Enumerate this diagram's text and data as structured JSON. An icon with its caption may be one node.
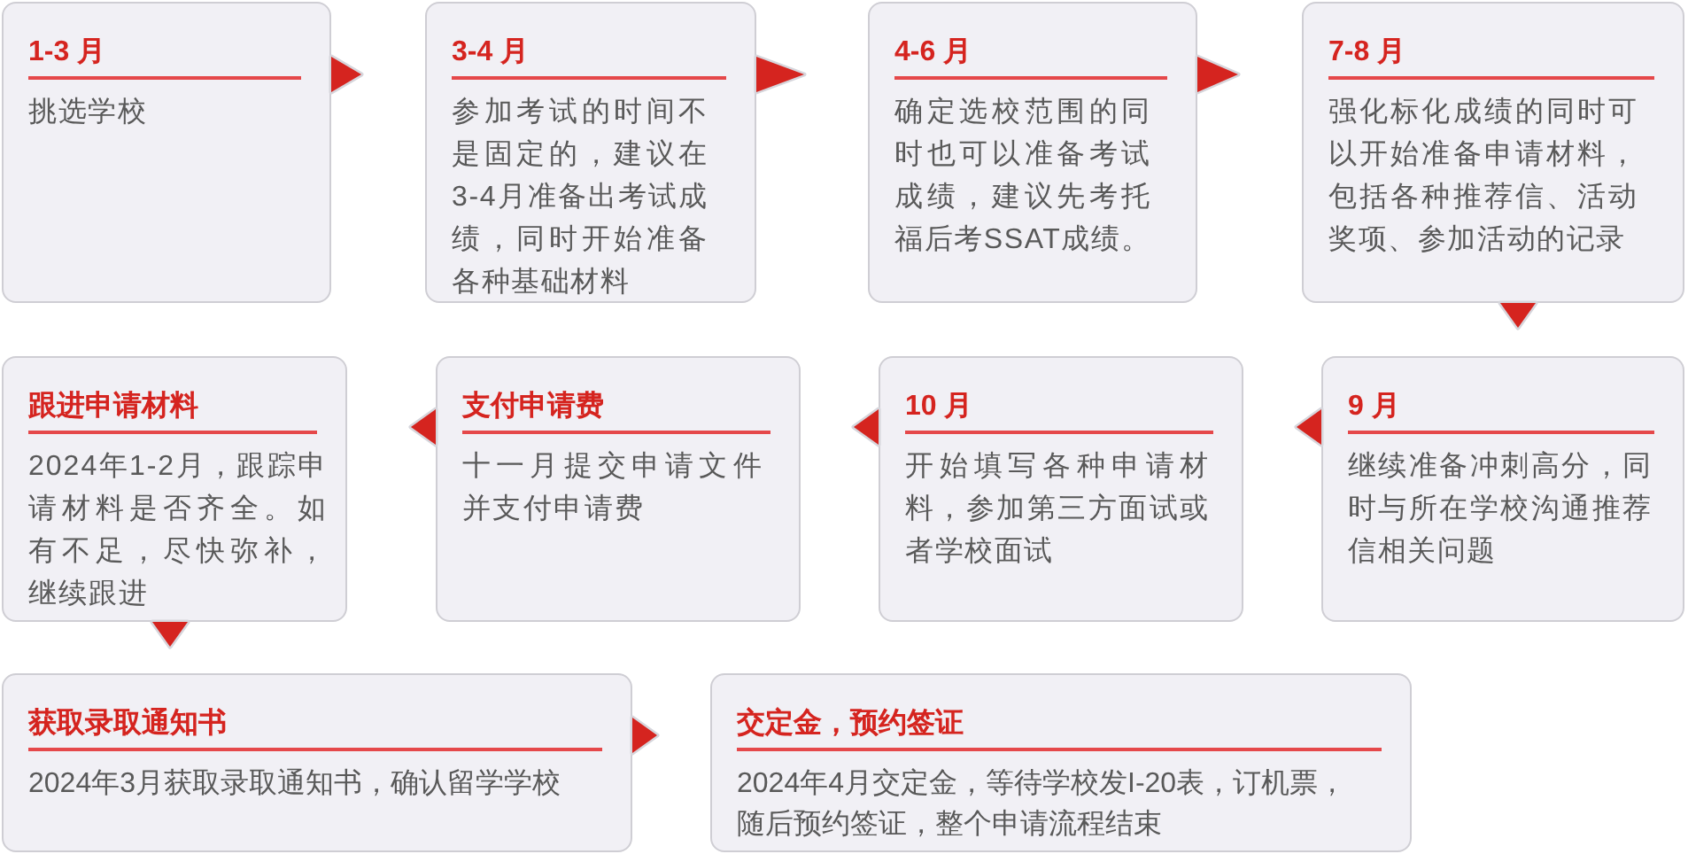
{
  "diagram": {
    "nodes": [
      {
        "text": [
          "1-3 月",
          "挑选学校"
        ]
      },
      {
        "text": [
          "3-4 月",
          "参加考试的时间不是固定的，建议在3-4月准备出考试成绩，同时开始准备各种基础材料"
        ]
      },
      {
        "text": [
          "4-6 月",
          "确定选校范围的同时也可以准备考试成绩，建议先考托福后考SSAT成绩。"
        ]
      },
      {
        "text": [
          "7-8 月",
          "强化标化成绩的同时可以开始准备申请材料，包括各种推荐信、活动奖项、参加活动的记录"
        ]
      },
      {
        "text": [
          "跟进申请材料",
          "2024年1-2月，跟踪申请材料是否齐全。如有不足，尽快弥补，继续跟进"
        ]
      },
      {
        "text": [
          "支付申请费",
          "十一月提交申请文件并支付申请费"
        ]
      },
      {
        "text": [
          "10 月",
          "开始填写各种申请材料，参加第三方面试或者学校面试"
        ]
      },
      {
        "text": [
          "9 月",
          "继续准备冲刺高分，同时与所在学校沟通推荐信相关问题"
        ]
      },
      {
        "text": [
          "获取录取通知书",
          "2024年3月获取录取通知书，确认留学学校"
        ]
      },
      {
        "text": [
          "交定金，预约签证",
          "2024年4月交定金，等待学校发I-20表，订机票，随后预约签证，整个申请流程结束"
        ]
      }
    ],
    "edges": [
      {
        "from": 0,
        "to": 1,
        "arrow": "to"
      },
      {
        "from": 1,
        "to": 2,
        "arrow": "to"
      },
      {
        "from": 2,
        "to": 3,
        "arrow": "to"
      },
      {
        "from": 3,
        "to": 7,
        "arrow": "to"
      },
      {
        "from": 7,
        "to": 6,
        "arrow": "to"
      },
      {
        "from": 6,
        "to": 5,
        "arrow": "to"
      },
      {
        "from": 5,
        "to": 4,
        "arrow": "to"
      },
      {
        "from": 4,
        "to": 8,
        "arrow": "to"
      },
      {
        "from": 8,
        "to": 9,
        "arrow": "to"
      }
    ]
  }
}
